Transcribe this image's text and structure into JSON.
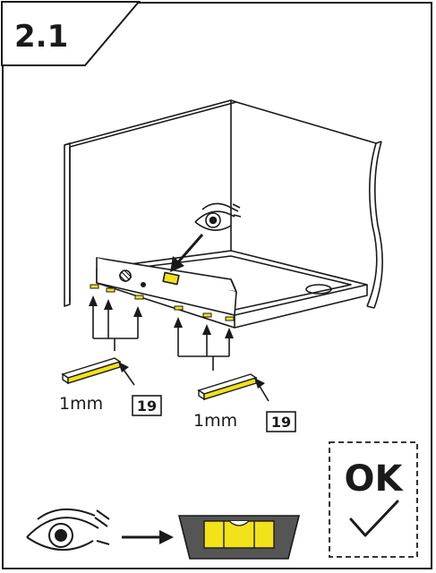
{
  "step": {
    "number": "2.1"
  },
  "shims": [
    {
      "thickness": "1mm",
      "part_ref": "19"
    },
    {
      "thickness": "1mm",
      "part_ref": "19"
    }
  ],
  "result": {
    "label": "OK",
    "icon": "checkmark-icon"
  },
  "inspect": {
    "icons": [
      "eye-icon",
      "arrow-icon",
      "spirit-level-bubble-icon"
    ]
  },
  "colors": {
    "shim": "#f2e21a",
    "bubble": "#f2e21a",
    "level_body": "#555555",
    "line": "#1a1a1a"
  }
}
